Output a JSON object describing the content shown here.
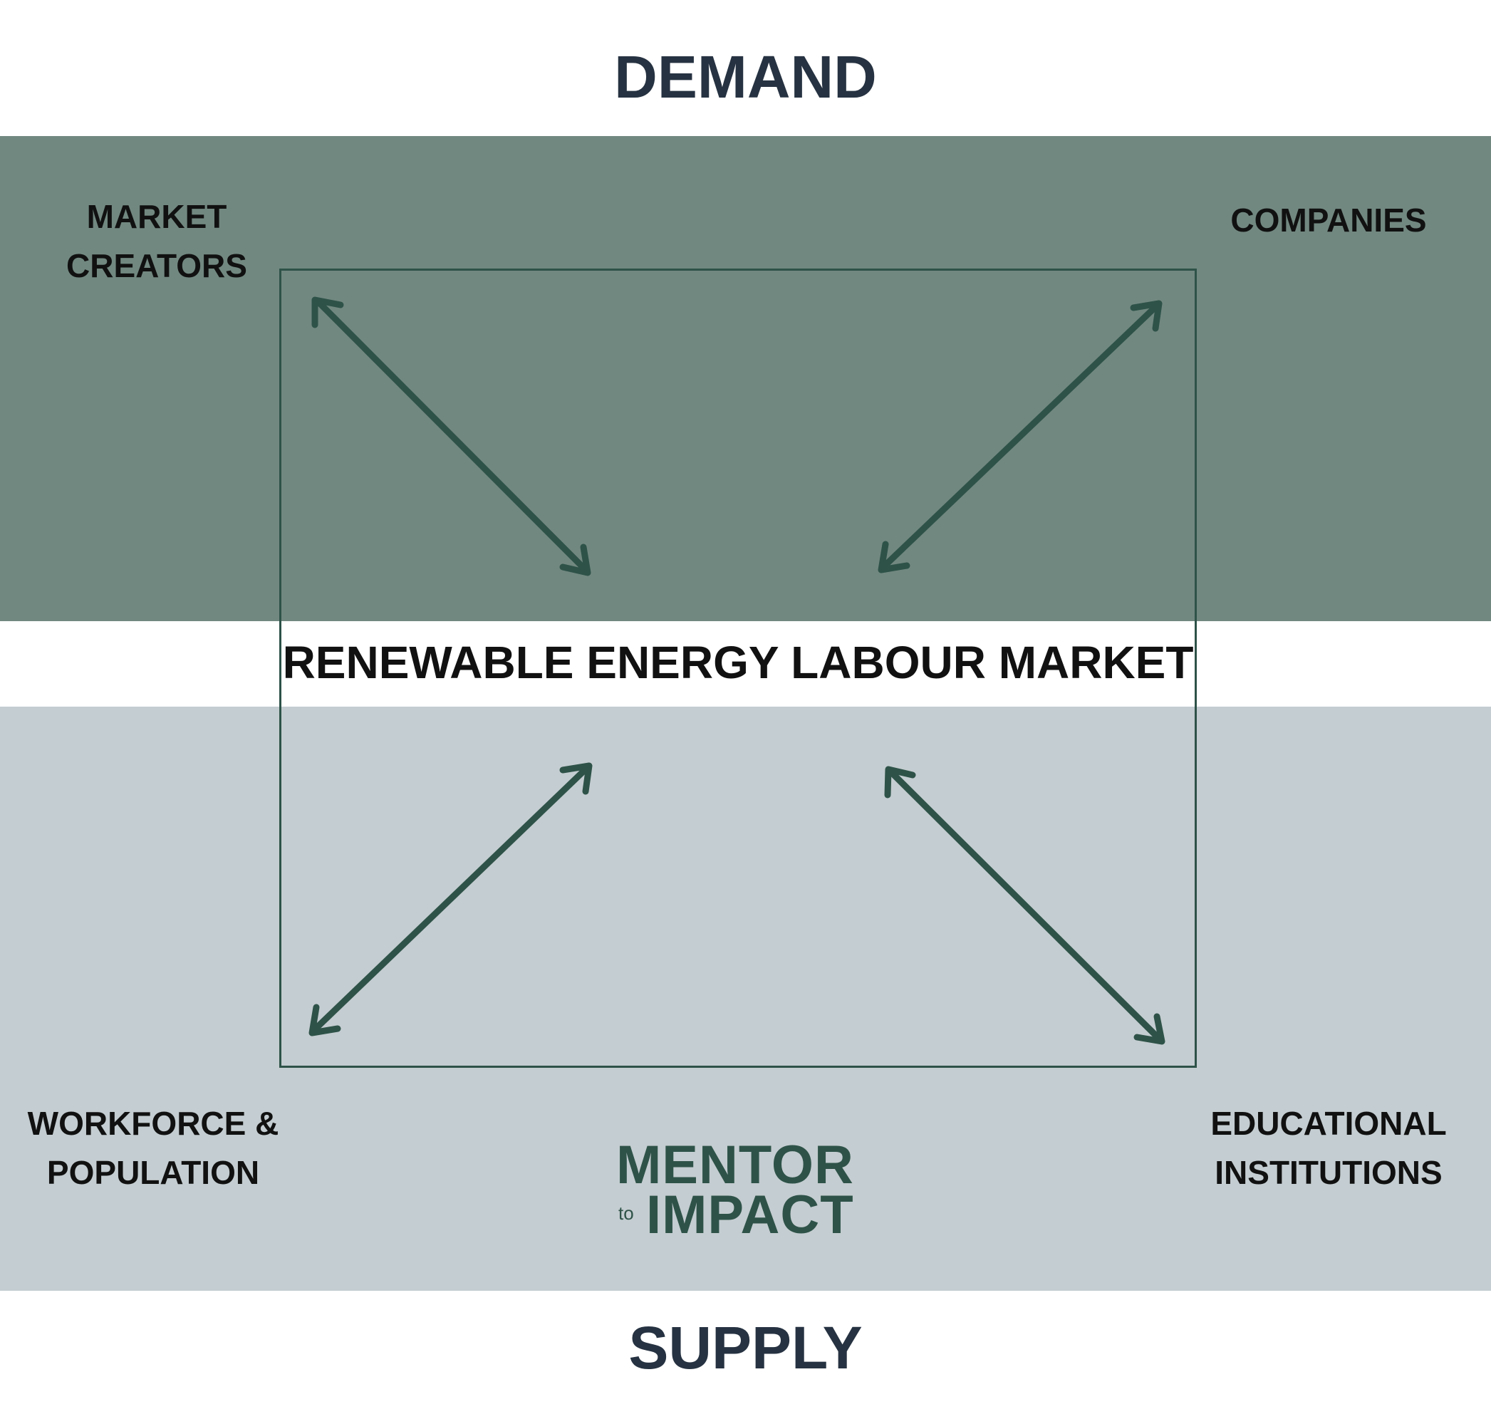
{
  "colors": {
    "demand_band": "#718880",
    "supply_band": "#c4cdd1",
    "arrow": "#2e5248",
    "heading_text": "#263241",
    "label_text": "#111111",
    "logo_text": "#2e5248"
  },
  "headings": {
    "demand": "DEMAND",
    "supply": "SUPPLY"
  },
  "center_title": "RENEWABLE ENERGY LABOUR MARKET",
  "labels": {
    "market_creators": [
      "MARKET",
      "CREATORS"
    ],
    "companies": [
      "COMPANIES"
    ],
    "workforce": [
      "WORKFORCE &",
      "POPULATION"
    ],
    "educational": [
      "EDUCATIONAL",
      "INSTITUTIONS"
    ]
  },
  "logo": {
    "line1": "MENTOR",
    "small": "to",
    "line2": "IMPACT"
  },
  "arrows": [
    {
      "name": "arrow-market-creators",
      "style": "double-headed"
    },
    {
      "name": "arrow-companies",
      "style": "double-headed"
    },
    {
      "name": "arrow-workforce",
      "style": "double-headed"
    },
    {
      "name": "arrow-educational",
      "style": "double-headed"
    }
  ]
}
